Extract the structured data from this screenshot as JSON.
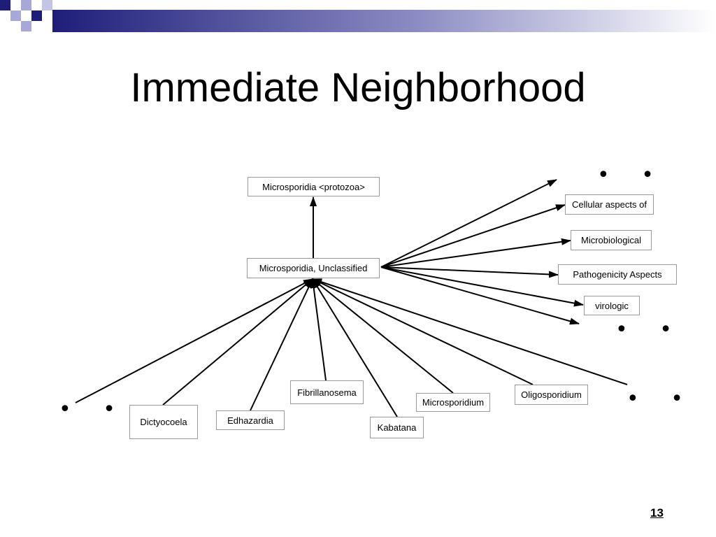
{
  "slide": {
    "title": "Immediate Neighborhood",
    "page_number": "13"
  },
  "colors": {
    "header_dark": "#1e1e7a",
    "header_light": "#a8a8d8",
    "node_border": "#9a9a9a",
    "line": "#000000"
  },
  "diagram": {
    "parent": "Microsporidia <protozoa>",
    "center": "Microsporidia, Unclassified",
    "right_nodes": [
      "Cellular aspects of",
      "Microbiological",
      "Pathogenicity Aspects",
      "virologic"
    ],
    "bottom_nodes": [
      "Dictyocoela",
      "Edhazardia",
      "Fibrillanosema",
      "Kabatana",
      "Microsporidium",
      "Oligosporidium"
    ],
    "ellipsis": "• •"
  }
}
